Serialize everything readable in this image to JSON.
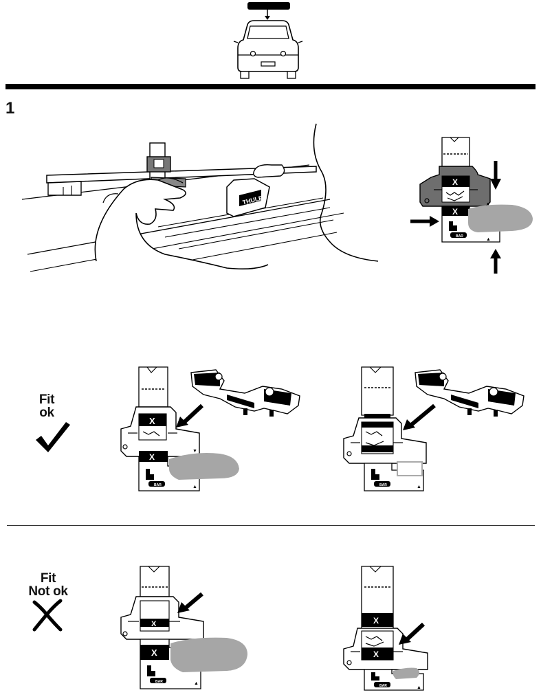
{
  "step": {
    "number": "1"
  },
  "brand": {
    "logo_text": "THULE"
  },
  "gauge": {
    "x_mark": "X",
    "bar_text": "BAR",
    "arrow_up": "▲",
    "arrow_down": "▼"
  },
  "result_ok": {
    "line1": "Fit",
    "line2": "ok",
    "symbol": "check-icon"
  },
  "result_not_ok": {
    "line1": "Fit",
    "line2": "Not ok",
    "symbol": "cross-icon"
  },
  "colors": {
    "ink": "#000000",
    "gray_fill": "#a6a6a6",
    "dark_gray": "#6e6e6e",
    "rule": "#000000"
  }
}
